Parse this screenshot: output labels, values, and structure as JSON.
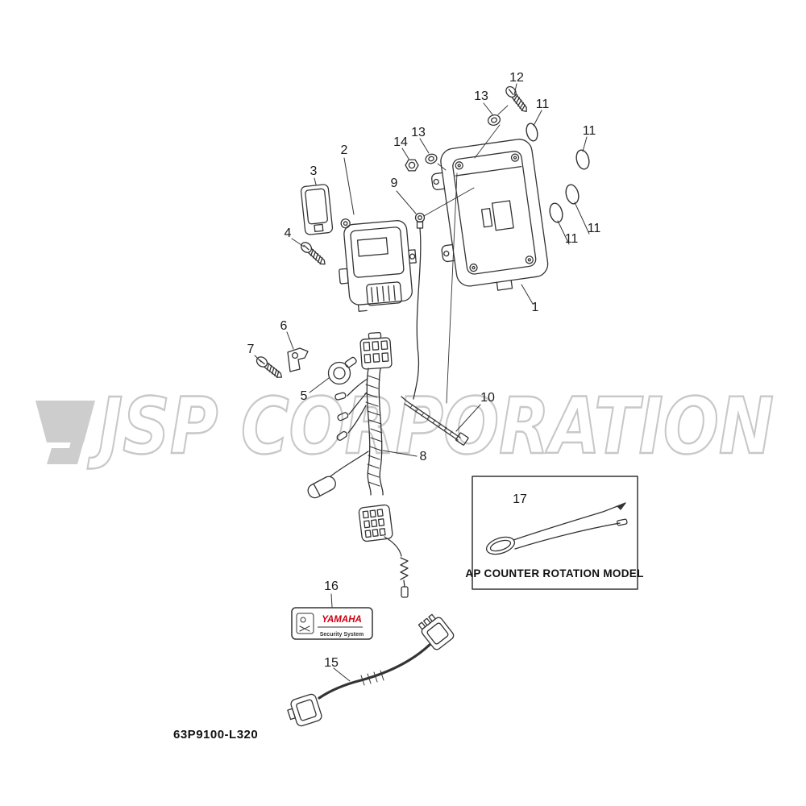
{
  "colors": {
    "watermark": "#c8c8c8",
    "brand_red": "#cc0011",
    "line": "#333333"
  },
  "watermark": {
    "text": "JSP CORPORATION"
  },
  "diagram": {
    "part_code": "63P9100-L320",
    "inset": {
      "label": "AP COUNTER ROTATION MODEL"
    },
    "security_label": {
      "brand": "YAMAHA",
      "system_text": "Security System"
    },
    "callouts": [
      {
        "label": "12"
      },
      {
        "label": "13"
      },
      {
        "label": "11"
      },
      {
        "label": "11"
      },
      {
        "label": "13"
      },
      {
        "label": "14"
      },
      {
        "label": "2"
      },
      {
        "label": "3"
      },
      {
        "label": "9"
      },
      {
        "label": "4"
      },
      {
        "label": "11"
      },
      {
        "label": "11"
      },
      {
        "label": "1"
      },
      {
        "label": "6"
      },
      {
        "label": "7"
      },
      {
        "label": "5"
      },
      {
        "label": "10"
      },
      {
        "label": "8"
      },
      {
        "label": "17"
      },
      {
        "label": "16"
      },
      {
        "label": "15"
      }
    ]
  }
}
